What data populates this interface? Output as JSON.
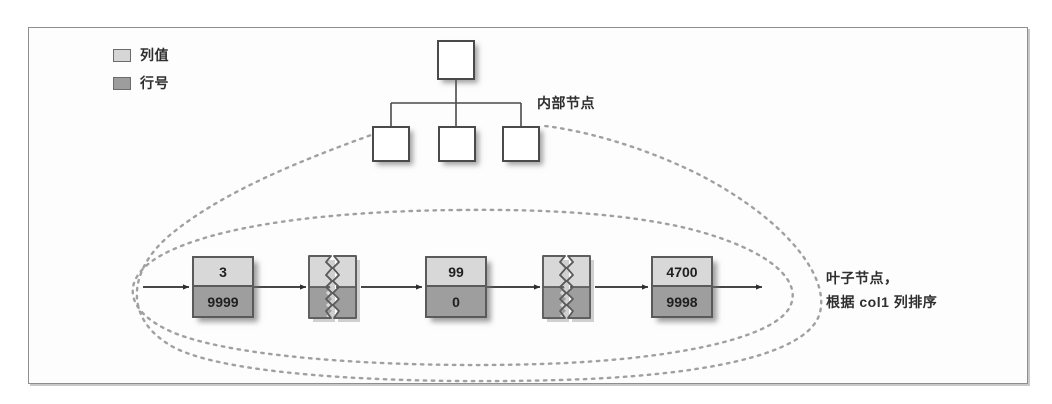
{
  "figure": {
    "title_alt": "B-Tree index structure diagram"
  },
  "legend": {
    "items": [
      {
        "label": "列值",
        "swatch": "light-gray-swatch",
        "color": "#d6d6d6"
      },
      {
        "label": "行号",
        "swatch": "dark-gray-swatch",
        "color": "#9d9d9d"
      }
    ]
  },
  "tree": {
    "root": {
      "label": ""
    },
    "children": [
      {
        "label": ""
      },
      {
        "label": ""
      },
      {
        "label": ""
      }
    ],
    "annotation": "内部节点"
  },
  "leaves": {
    "nodes": [
      {
        "column_value": "3",
        "row_number": "9999"
      },
      {
        "column_value": "99",
        "row_number": "0"
      },
      {
        "column_value": "4700",
        "row_number": "9998"
      }
    ],
    "separators": [
      "torn-page-separator",
      "torn-page-separator"
    ],
    "annotation_line1": "叶子节点，",
    "annotation_line2": "根据 col1 列排序"
  },
  "colors": {
    "column_value_fill": "#d6d6d6",
    "row_number_fill": "#9e9e9e",
    "node_border": "#5a5a5a",
    "tree_node_fill": "#ffffff",
    "dashed_outline": "#a0a0a0",
    "frame_border": "#8e8e8e",
    "text": "#2f2f2f"
  }
}
